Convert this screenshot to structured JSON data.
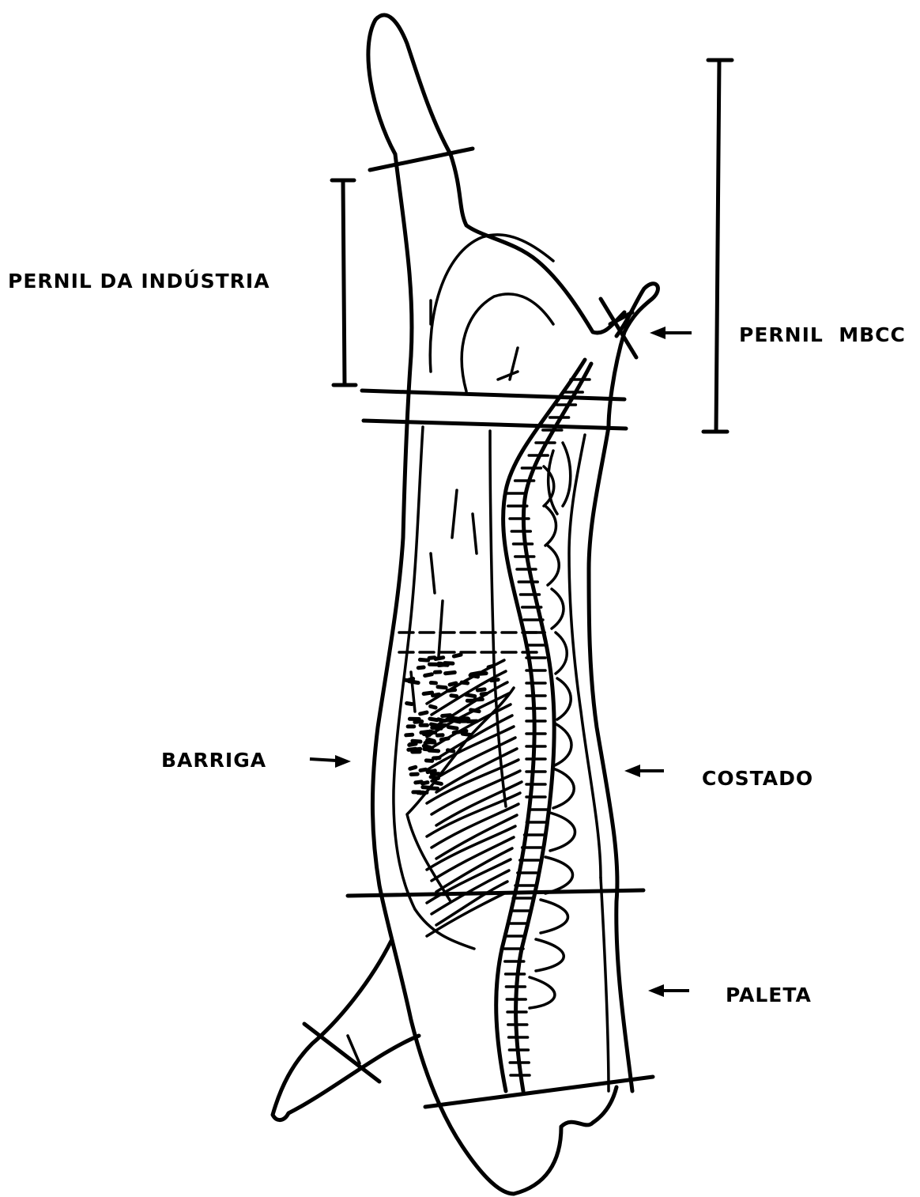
{
  "labels": {
    "pernil_industria": "PERNIL DA INDÚSTRIA",
    "pernil_mbcc": "PERNIL  MBCC",
    "barriga": "BARRIGA",
    "costado": "COSTADO",
    "paleta": "PALETA"
  },
  "colors": {
    "ink": "#000000",
    "background": "#ffffff"
  }
}
